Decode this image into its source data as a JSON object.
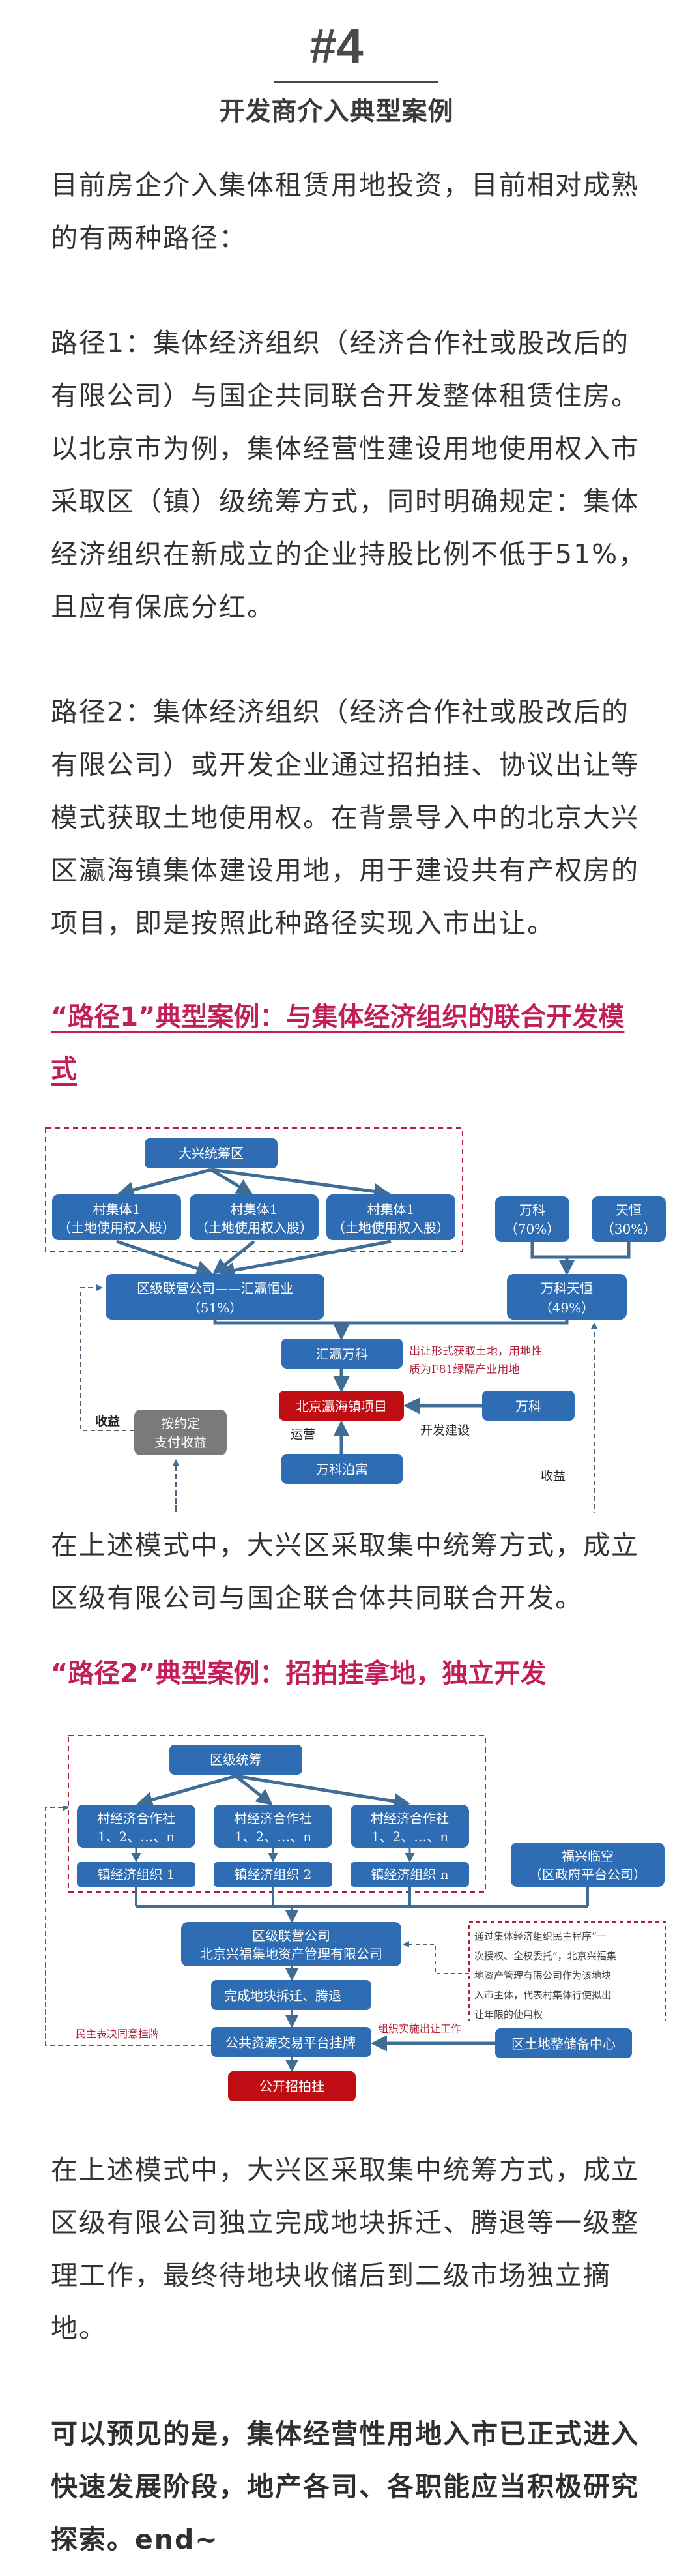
{
  "header": {
    "section_number": "#4",
    "section_title": "开发商介入典型案例"
  },
  "intro": {
    "lines": [
      "目前房企介入集体租赁用地投资，目前相对成熟",
      "的有两种路径："
    ]
  },
  "path1": {
    "lines": [
      "路径1：集体经济组织（经济合作社或股改后的",
      "有限公司）与国企共同联合开发整体租赁住房。",
      "以北京市为例，集体经营性建设用地使用权入市",
      "采取区（镇）级统筹方式，同时明确规定：集体",
      "经济组织在新成立的企业持股比例不低于51%，",
      "且应有保底分红。"
    ]
  },
  "path2": {
    "lines": [
      "路径2：集体经济组织（经济合作社或股改后的",
      "有限公司）或开发企业通过招拍挂、协议出让等",
      "模式获取土地使用权。在背景导入中的北京大兴",
      "区瀛海镇集体建设用地，用于建设共有产权房的",
      "项目，即是按照此种路径实现入市出让。"
    ]
  },
  "case1": {
    "heading_lines": [
      "“路径1”典型案例：与集体经济组织的联合开发模",
      "式"
    ],
    "diagram": {
      "top": "大兴统筹区",
      "villages": [
        {
          "title": "村集体1",
          "sub": "（土地使用权入股）"
        },
        {
          "title": "村集体1",
          "sub": "（土地使用权入股）"
        },
        {
          "title": "村集体1",
          "sub": "（土地使用权入股）"
        }
      ],
      "vanke": {
        "title": "万科",
        "sub": "（70%）"
      },
      "tianheng": {
        "title": "天恒",
        "sub": "（30%）"
      },
      "district_company": {
        "title": "区级联营公司——汇瀛恒业",
        "sub": "（51%）"
      },
      "vanke_tianheng": {
        "title": "万科天恒",
        "sub": "（49%）"
      },
      "huiying_vanke": "汇瀛万科",
      "note_lines": [
        "出让形式获取土地，用地性",
        "质为F81绿隔产业用地"
      ],
      "project": "北京瀛海镇项目",
      "vanke_dev": "万科",
      "dev_label": "开发建设",
      "operate_label": "运营",
      "vanke_boyu": "万科泊寓",
      "pay_box": [
        "按约定",
        "支付收益"
      ],
      "income_left": "收益",
      "income_right": "收益"
    },
    "summary_lines": [
      "在上述模式中，大兴区采取集中统筹方式，成立",
      "区级有限公司与国企联合体共同联合开发。"
    ]
  },
  "case2": {
    "heading": "“路径2”典型案例：招拍挂拿地，独立开发",
    "diagram": {
      "top": "区级统筹",
      "coops": [
        {
          "title": "村经济合作社",
          "sub": "1、2、…、n"
        },
        {
          "title": "村经济合作社",
          "sub": "1、2、…、n"
        },
        {
          "title": "村经济合作社",
          "sub": "1、2、…、n"
        }
      ],
      "towns": [
        "镇经济组织 1",
        "镇经济组织 2",
        "镇经济组织 n"
      ],
      "fuxing": {
        "title": "福兴临空",
        "sub": "（区政府平台公司）"
      },
      "district_company": {
        "title": "区级联营公司",
        "sub": "北京兴福集地资产管理有限公司"
      },
      "note_lines": [
        "通过集体经济组织民主程序“一",
        "次授权、全权委托”，北京兴福集",
        "地资产管理有限公司作为该地块",
        "入市主体，代表村集体行使拟出",
        "让年限的使用权"
      ],
      "demolition": "完成地块拆迁、腾退",
      "listing": "公共资源交易平台挂牌",
      "vote_label": "民主表决同意挂牌",
      "org_label": "组织实施出让工作",
      "reserve_center": "区土地整储备中心",
      "auction": "公开招拍挂"
    },
    "summary_lines": [
      "在上述模式中，大兴区采取集中统筹方式，成立",
      "区级有限公司独立完成地块拆迁、腾退等一级整",
      "理工作，最终待地块收储后到二级市场独立摘",
      "地。"
    ]
  },
  "conclusion": {
    "lines": [
      "可以预见的是，集体经营性用地入市已正式进入",
      "快速发展阶段，地产各司、各职能应当积极研究",
      "探索。end~"
    ]
  },
  "colors": {
    "box_blue": "#2e6db4",
    "box_red": "#c00d14",
    "box_gray": "#7a7a7a",
    "dashed_red": "#b0203a",
    "heading_red": "#c41e5a",
    "connector": "#3f6d96"
  }
}
